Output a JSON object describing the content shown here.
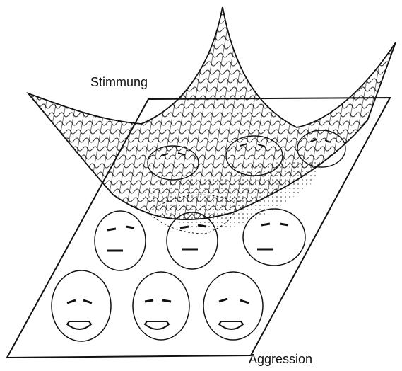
{
  "labels": {
    "mood_axis": "Stimmung",
    "aggression_axis": "Aggression"
  },
  "faces": {
    "rows": [
      {
        "name": "top-row",
        "count": 3,
        "expression": "neutral"
      },
      {
        "name": "middle-row",
        "count": 3,
        "expression": "angry-neutral"
      },
      {
        "name": "bottom-row",
        "count": 3,
        "expression": "smiling"
      }
    ]
  },
  "style": {
    "ink": "#111111",
    "background": "#ffffff",
    "mesh_shade": "#d8d8d8"
  }
}
